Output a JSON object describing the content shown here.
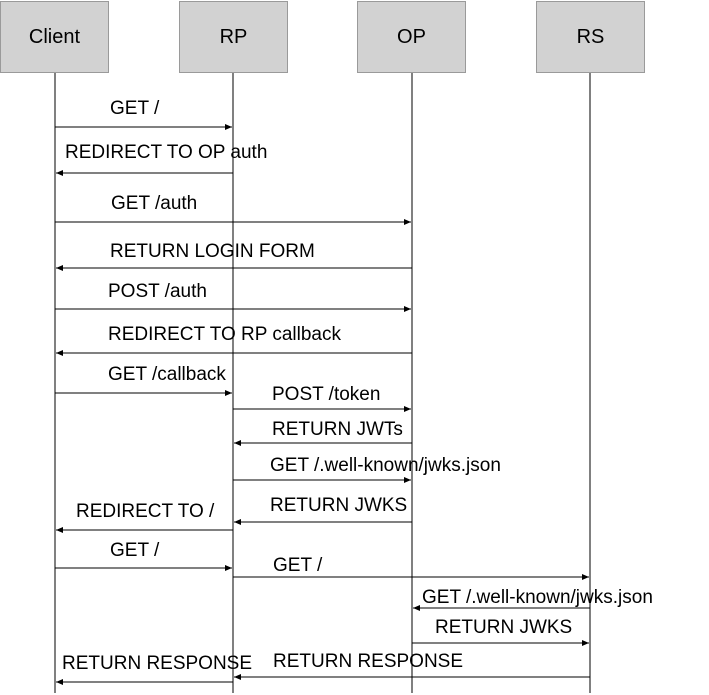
{
  "actors": [
    {
      "id": "client",
      "label": "Client"
    },
    {
      "id": "rp",
      "label": "RP"
    },
    {
      "id": "op",
      "label": "OP"
    },
    {
      "id": "rs",
      "label": "RS"
    }
  ],
  "messages": [
    {
      "from": "client",
      "to": "rp",
      "label": "GET /"
    },
    {
      "from": "rp",
      "to": "client",
      "label": "REDIRECT TO OP auth"
    },
    {
      "from": "client",
      "to": "op",
      "label": "GET /auth"
    },
    {
      "from": "op",
      "to": "client",
      "label": "RETURN LOGIN FORM"
    },
    {
      "from": "client",
      "to": "op",
      "label": "POST /auth"
    },
    {
      "from": "op",
      "to": "client",
      "label": "REDIRECT TO RP callback"
    },
    {
      "from": "client",
      "to": "rp",
      "label": "GET /callback"
    },
    {
      "from": "rp",
      "to": "op",
      "label": "POST /token"
    },
    {
      "from": "op",
      "to": "rp",
      "label": "RETURN JWTs"
    },
    {
      "from": "rp",
      "to": "op",
      "label": "GET /.well-known/jwks.json"
    },
    {
      "from": "op",
      "to": "rp",
      "label": "RETURN JWKS"
    },
    {
      "from": "rp",
      "to": "client",
      "label": "REDIRECT TO /"
    },
    {
      "from": "client",
      "to": "rp",
      "label": "GET /"
    },
    {
      "from": "rp",
      "to": "rs",
      "label": "GET /"
    },
    {
      "from": "rs",
      "to": "op",
      "label": "GET /.well-known/jwks.json"
    },
    {
      "from": "op",
      "to": "rs",
      "label": "RETURN JWKS"
    },
    {
      "from": "rs",
      "to": "rp",
      "label": "RETURN RESPONSE"
    },
    {
      "from": "rp",
      "to": "client",
      "label": "RETURN RESPONSE"
    }
  ]
}
